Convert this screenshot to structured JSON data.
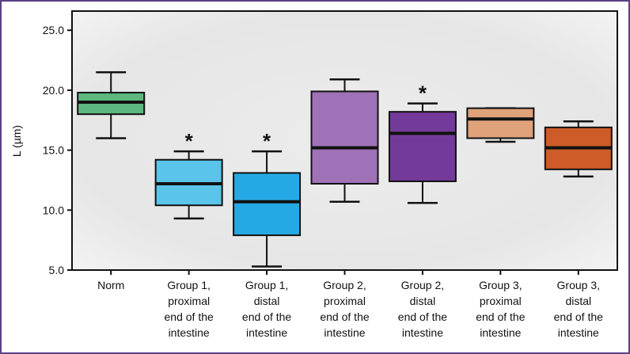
{
  "chart_data": {
    "type": "box",
    "ylabel": "L (µm)",
    "ylim": [
      5.0,
      26.6
    ],
    "yticks": [
      "5.0",
      "10.0",
      "15.0",
      "20.0",
      "25.0"
    ],
    "ytick_values": [
      5,
      10,
      15,
      20,
      25
    ],
    "categories": [
      [
        "Norm"
      ],
      [
        "Group 1,",
        "proximal",
        "end of the",
        "intestine"
      ],
      [
        "Group 1,",
        "distal",
        "end of the",
        "intestine"
      ],
      [
        "Group 2,",
        "proximal",
        "end of the",
        "intestine"
      ],
      [
        "Group 2,",
        "distal",
        "end of the",
        "intestine"
      ],
      [
        "Group 3,",
        "proximal",
        "end of the",
        "intestine"
      ],
      [
        "Group 3,",
        "distal",
        "end of the",
        "intestine"
      ]
    ],
    "boxes": [
      {
        "min": 16.0,
        "q1": 18.0,
        "median": 19.0,
        "q3": 19.8,
        "max": 21.5,
        "color": "#5cb87e",
        "significant": false
      },
      {
        "min": 9.3,
        "q1": 10.4,
        "median": 12.2,
        "q3": 14.2,
        "max": 14.9,
        "color": "#5ac4ea",
        "significant": true
      },
      {
        "min": 5.3,
        "q1": 7.9,
        "median": 10.7,
        "q3": 13.1,
        "max": 14.9,
        "color": "#25a9e4",
        "significant": true
      },
      {
        "min": 10.7,
        "q1": 12.2,
        "median": 15.2,
        "q3": 19.9,
        "max": 20.9,
        "color": "#9f72b8",
        "significant": false
      },
      {
        "min": 10.6,
        "q1": 12.4,
        "median": 16.4,
        "q3": 18.2,
        "max": 18.9,
        "color": "#743a9a",
        "significant": true
      },
      {
        "min": 15.7,
        "q1": 16.0,
        "median": 17.6,
        "q3": 18.5,
        "max": 18.5,
        "color": "#e0a27a",
        "significant": false
      },
      {
        "min": 12.8,
        "q1": 13.4,
        "median": 15.2,
        "q3": 16.9,
        "max": 17.4,
        "color": "#cd5c28",
        "significant": false
      }
    ],
    "significance_marker": "*",
    "grid": false,
    "legend": "none"
  }
}
